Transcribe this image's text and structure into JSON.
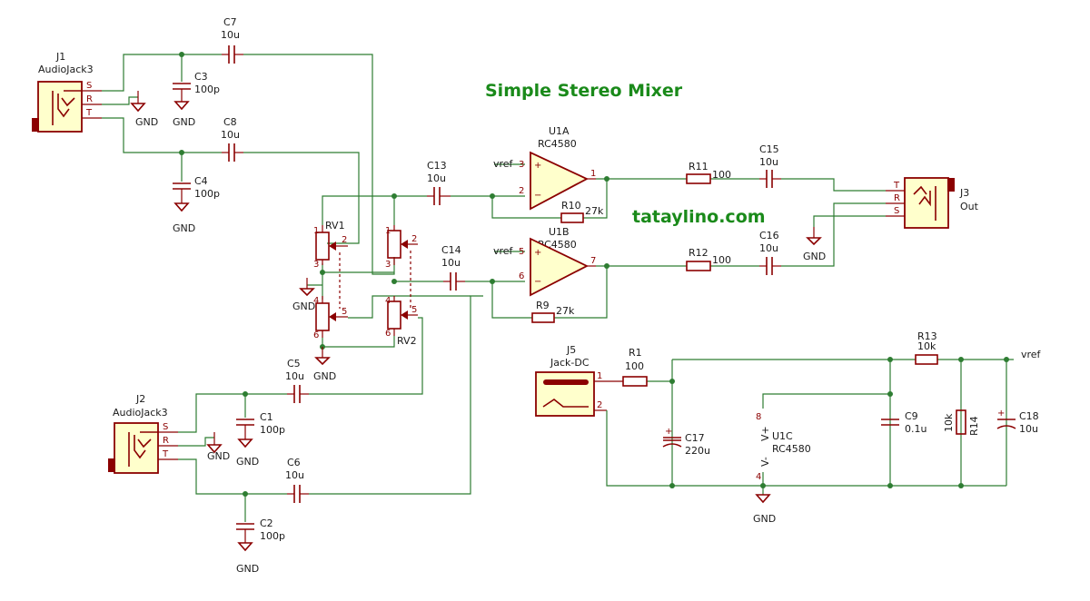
{
  "title": "Simple Stereo Mixer",
  "website": "tataylino.com",
  "colors": {
    "wire": "#2e7d32",
    "symbol": "#8b0000",
    "body_fill": "#ffffcc",
    "text_green": "#1a8a1a"
  },
  "components": {
    "J1": {
      "ref": "J1",
      "value": "AudioJack3",
      "pins": [
        "S",
        "R",
        "T"
      ]
    },
    "J2": {
      "ref": "J2",
      "value": "AudioJack3",
      "pins": [
        "S",
        "R",
        "T"
      ]
    },
    "J3": {
      "ref": "J3",
      "value": "Out",
      "pins": [
        "T",
        "R",
        "S"
      ]
    },
    "J5": {
      "ref": "J5",
      "value": "Jack-DC",
      "pins": [
        "1",
        "2"
      ]
    },
    "C1": {
      "ref": "C1",
      "value": "100p"
    },
    "C2": {
      "ref": "C2",
      "value": "100p"
    },
    "C3": {
      "ref": "C3",
      "value": "100p"
    },
    "C4": {
      "ref": "C4",
      "value": "100p"
    },
    "C5": {
      "ref": "C5",
      "value": "10u"
    },
    "C6": {
      "ref": "C6",
      "value": "10u"
    },
    "C7": {
      "ref": "C7",
      "value": "10u"
    },
    "C8": {
      "ref": "C8",
      "value": "10u"
    },
    "C9": {
      "ref": "C9",
      "value": "0.1u"
    },
    "C13": {
      "ref": "C13",
      "value": "10u"
    },
    "C14": {
      "ref": "C14",
      "value": "10u"
    },
    "C15": {
      "ref": "C15",
      "value": "10u"
    },
    "C16": {
      "ref": "C16",
      "value": "10u"
    },
    "C17": {
      "ref": "C17",
      "value": "220u"
    },
    "C18": {
      "ref": "C18",
      "value": "10u"
    },
    "R1": {
      "ref": "R1",
      "value": "100"
    },
    "R9": {
      "ref": "R9",
      "value": "27k"
    },
    "R10": {
      "ref": "R10",
      "value": "27k"
    },
    "R11": {
      "ref": "R11",
      "value": "100"
    },
    "R12": {
      "ref": "R12",
      "value": "100"
    },
    "R13": {
      "ref": "R13",
      "value": "10k"
    },
    "R14": {
      "ref": "R14",
      "value": "10k"
    },
    "RV1": {
      "ref": "RV1"
    },
    "RV2": {
      "ref": "RV2"
    },
    "U1A": {
      "ref": "U1A",
      "value": "RC4580",
      "pins": [
        "3",
        "2",
        "1"
      ]
    },
    "U1B": {
      "ref": "U1B",
      "value": "RC4580",
      "pins": [
        "5",
        "6",
        "7"
      ]
    },
    "U1C": {
      "ref": "U1C",
      "value": "RC4580",
      "pins": [
        "8",
        "4"
      ],
      "labels": [
        "V+",
        "V-"
      ]
    }
  },
  "nets": {
    "gnd": "GND",
    "vref": "vref"
  },
  "pot_pins": [
    "1",
    "2",
    "3",
    "4",
    "5",
    "6"
  ]
}
